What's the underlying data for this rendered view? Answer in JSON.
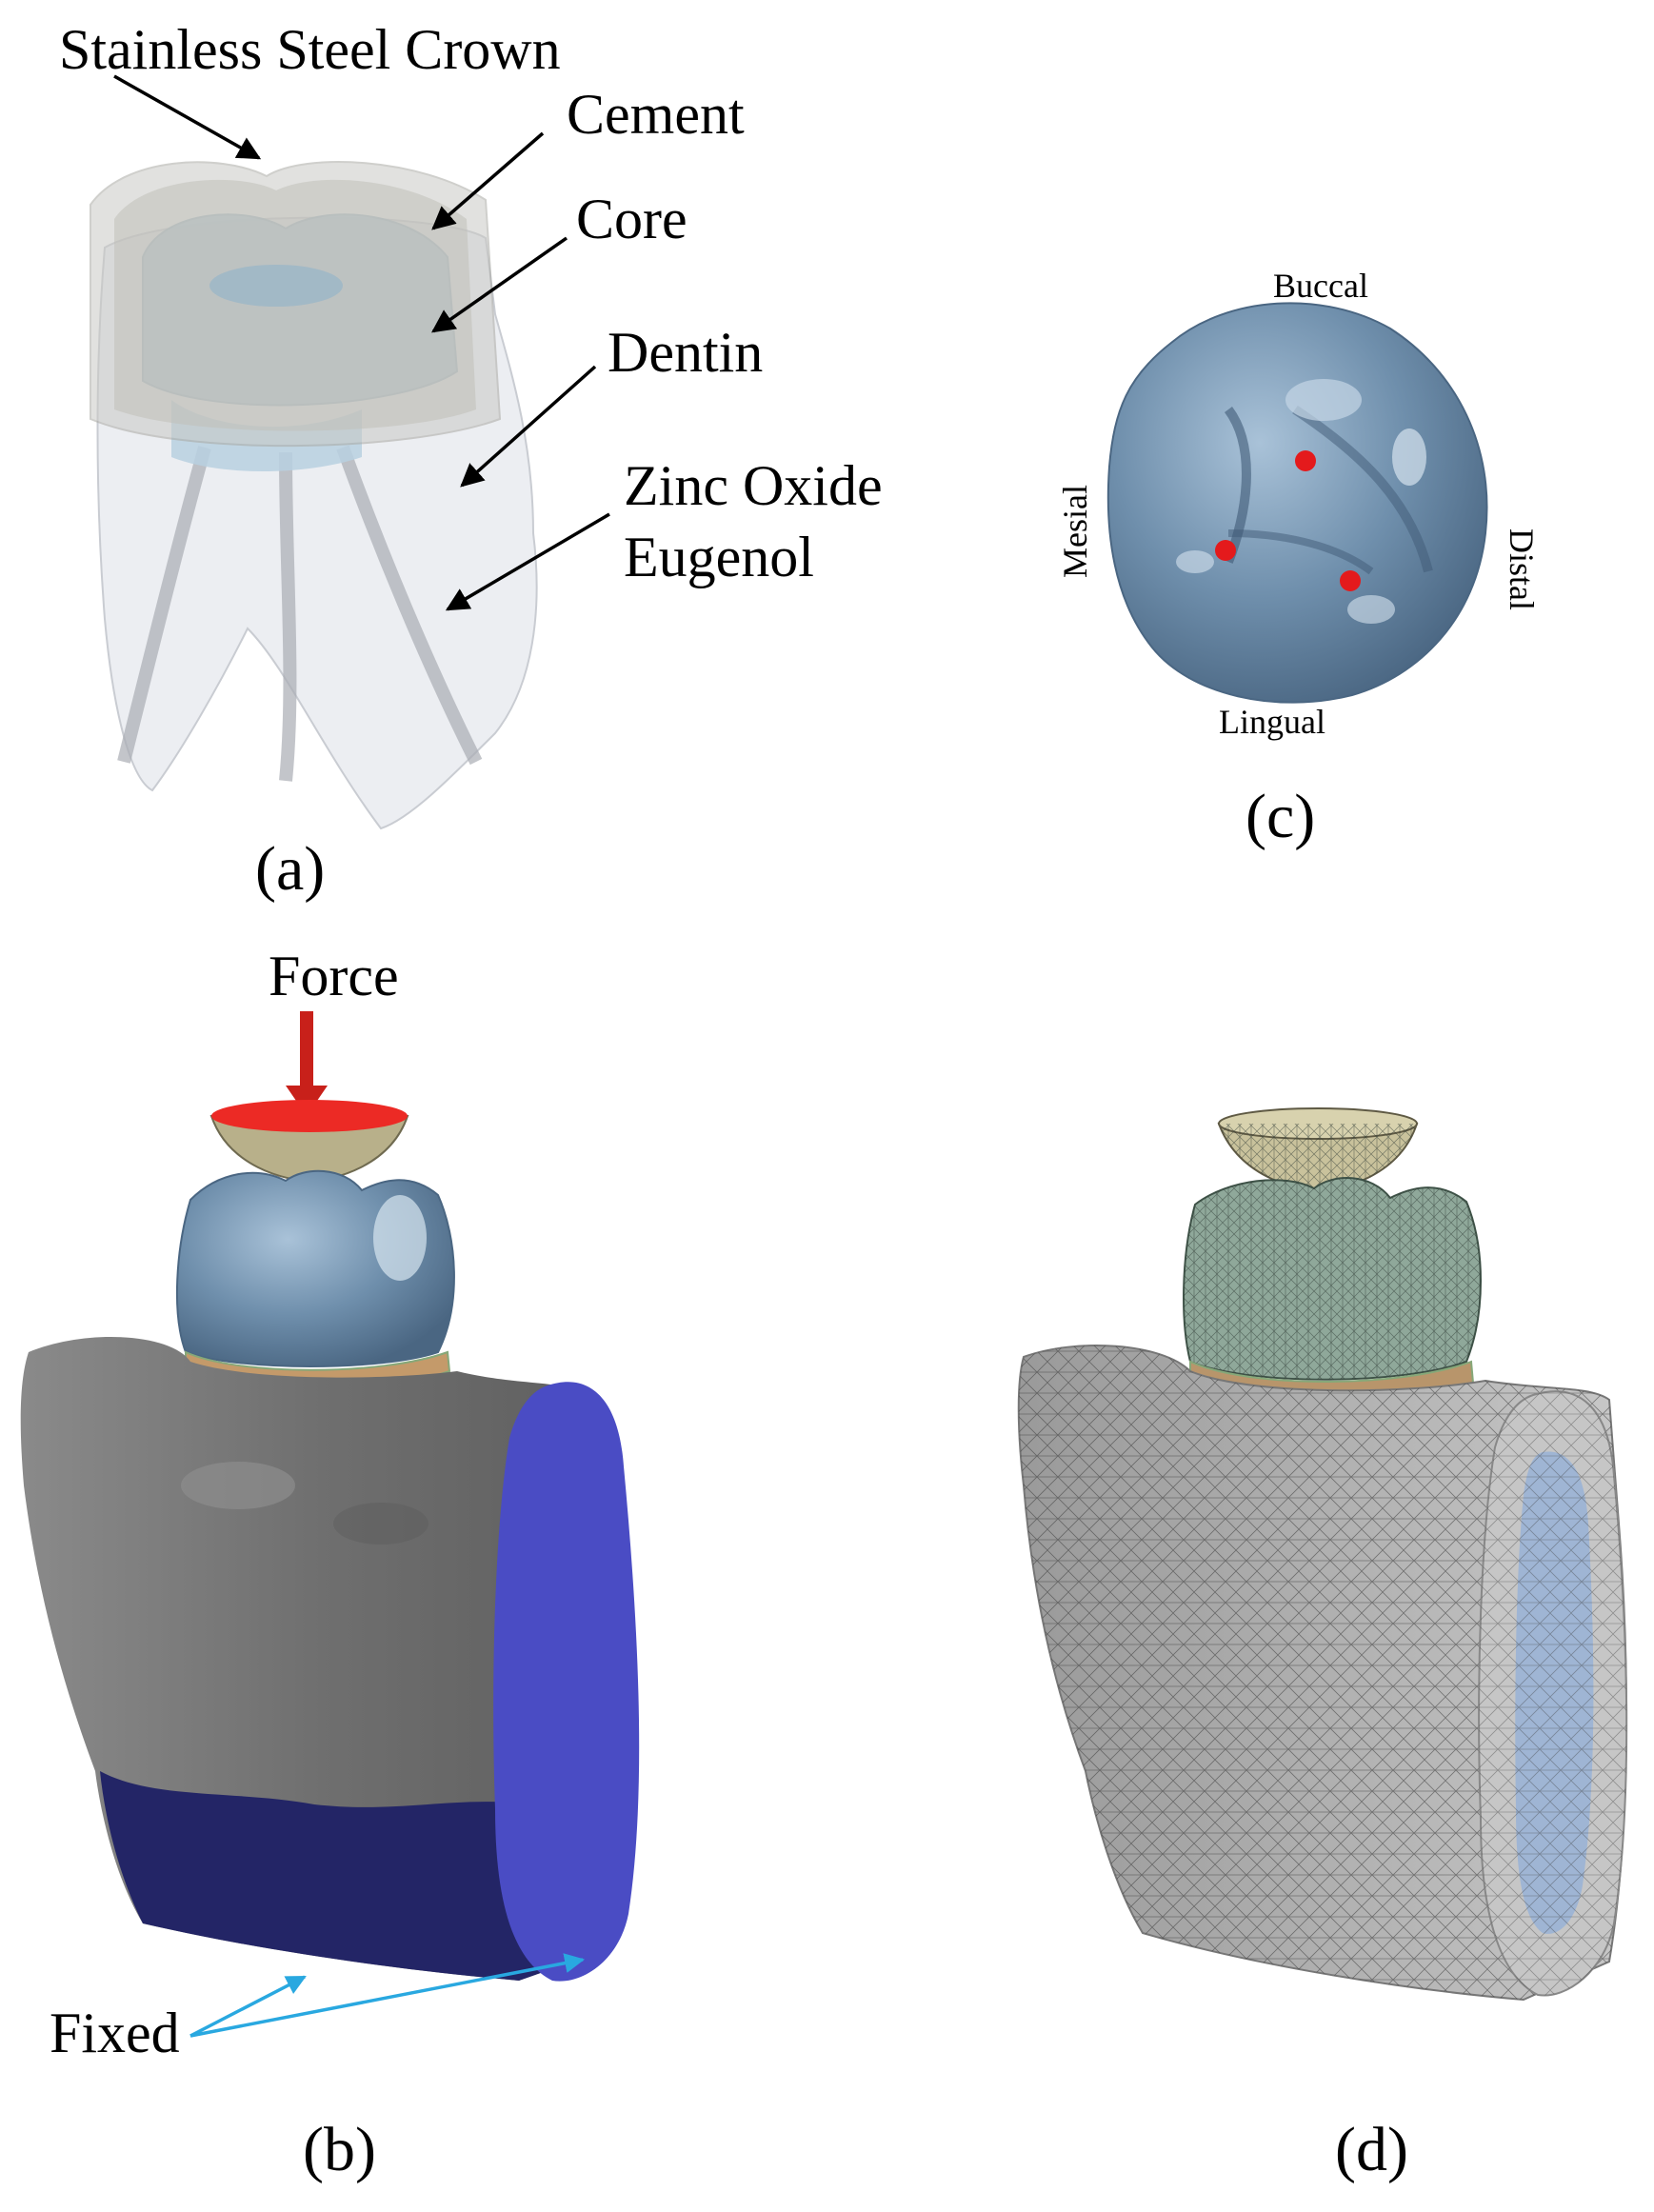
{
  "panel_a": {
    "caption": "(a)",
    "labels": {
      "crown": "Stainless Steel Crown",
      "cement": "Cement",
      "core": "Core",
      "dentin": "Dentin",
      "zoe_line1": "Zinc Oxide",
      "zoe_line2": "Eugenol"
    }
  },
  "panel_b": {
    "caption": "(b)",
    "force_label": "Force",
    "fixed_label": "Fixed"
  },
  "panel_c": {
    "caption": "(c)",
    "directions": {
      "buccal": "Buccal",
      "lingual": "Lingual",
      "mesial": "Mesial",
      "distal": "Distal"
    }
  },
  "panel_d": {
    "caption": "(d)"
  },
  "colors": {
    "tooth_blue": "#6f8fac",
    "force_red": "#d41a14",
    "fixed_arrow": "#29a8e0",
    "fixed_face": "#4a4cc4",
    "fixed_base": "#232566",
    "bone_gray": "#7a7a7a",
    "cement_tan": "#c49a6a",
    "mesh_green": "#8fa89a"
  }
}
